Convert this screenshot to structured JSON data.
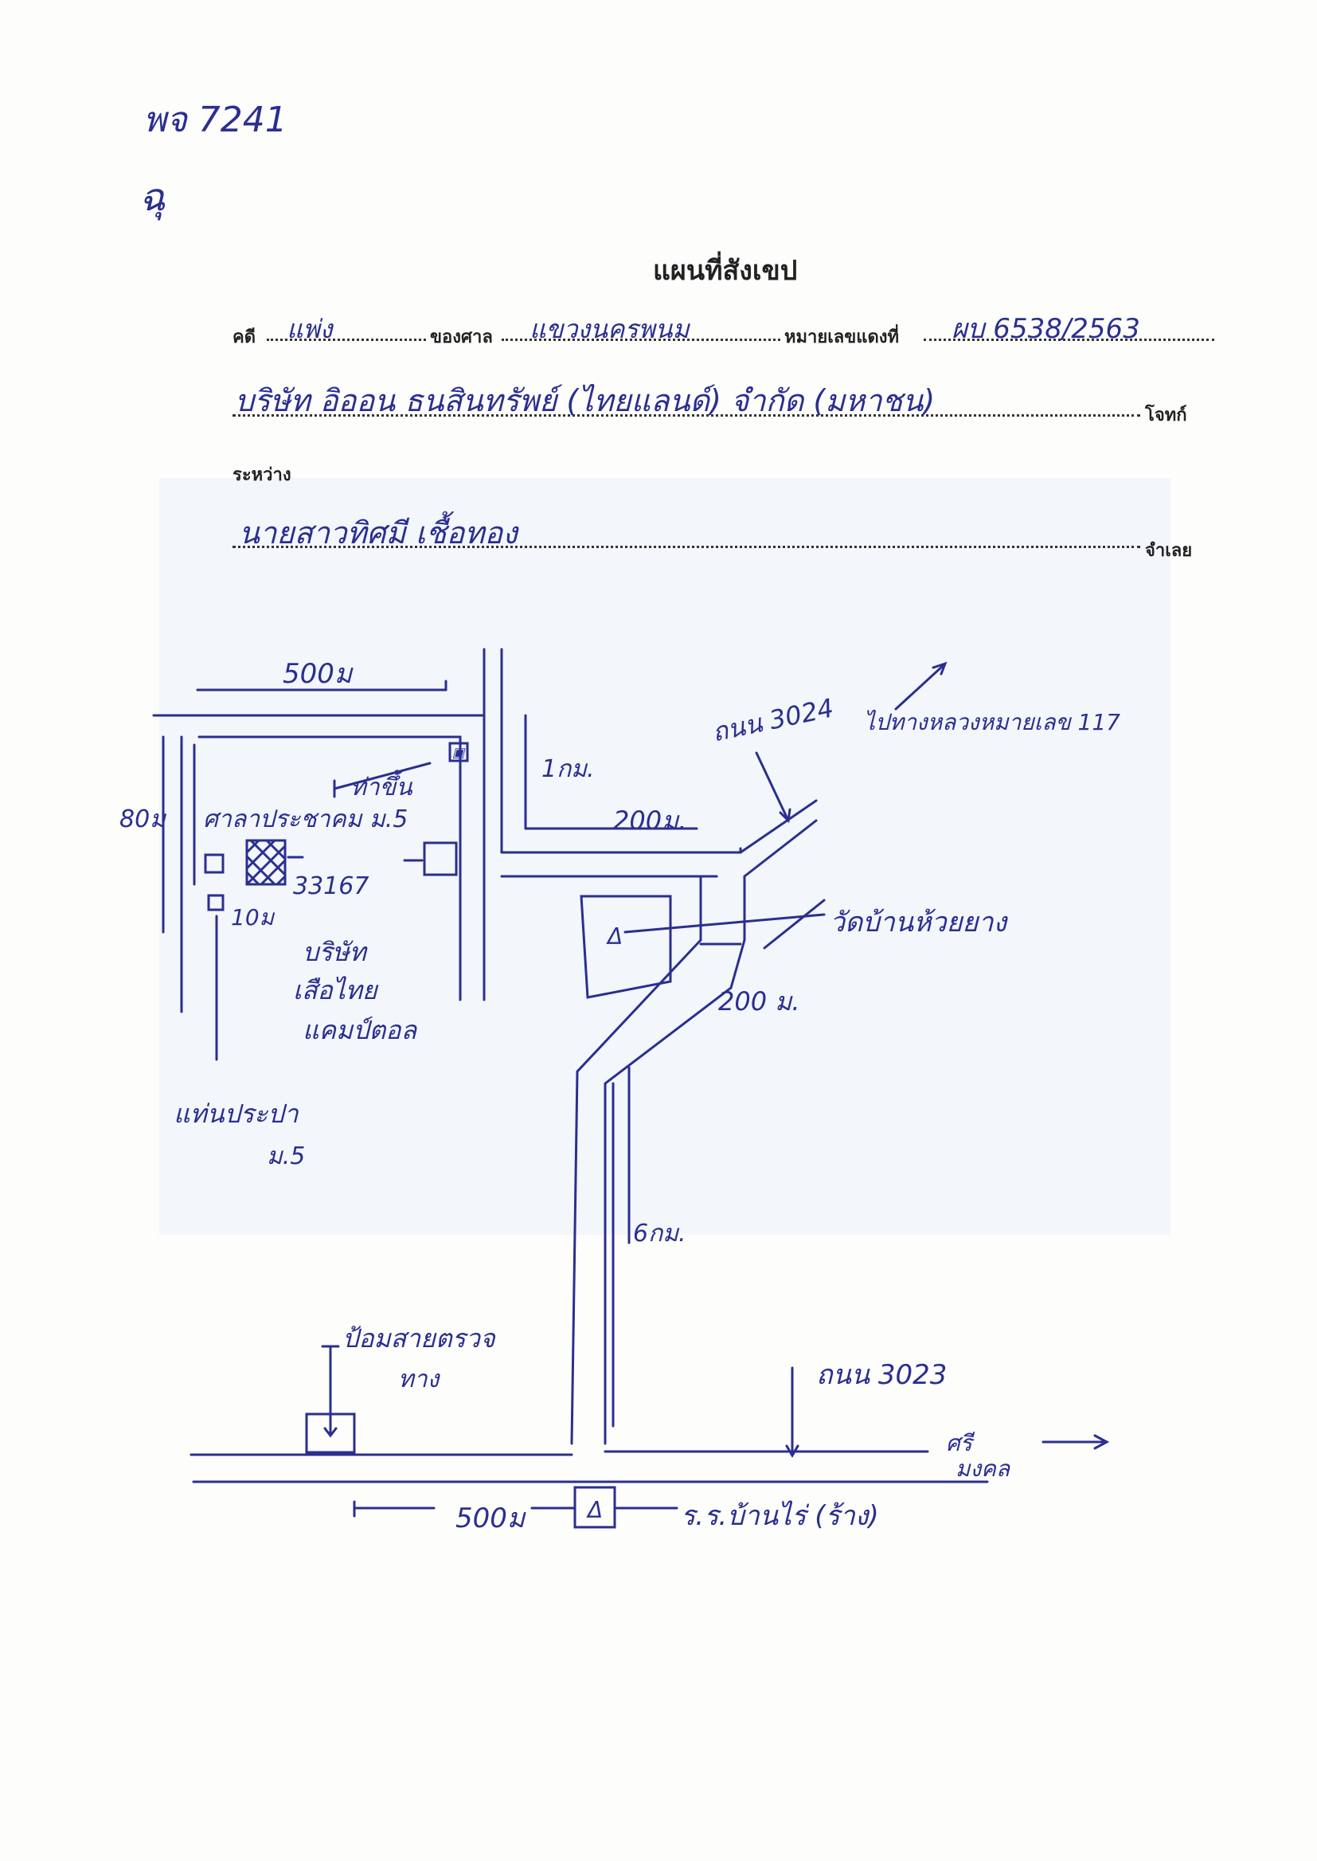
{
  "header": {
    "file_ref": "พจ 7241",
    "initials": "ฉุ",
    "title": "แผนที่สังเขป"
  },
  "case": {
    "label_case": "คดี",
    "case_type": "แพ่ง",
    "label_court": "ของศาล",
    "court": "แขวงนครพนม",
    "label_red_no": "หมายเลขแดงที่",
    "red_no": "ผบ 6538/2563",
    "plaintiff": "บริษัท อิออน ธนสินทรัพย์ (ไทยแลนด์) จำกัด (มหาชน)",
    "label_plaintiff": "โจทก์",
    "label_between": "ระหว่าง",
    "defendant": "นายสาวทิศมี เชื้อทอง",
    "label_defendant": "จำเลย"
  },
  "map": {
    "dist_500_top": "500ม",
    "dist_80": "80ม",
    "dist_1km": "1กม.",
    "dist_200_top": "200ม.",
    "road_3024": "ถนน 3024",
    "to_highway": "ไปทางหลวงหมายเลข 117",
    "pier": "ท่าขึ้น",
    "sala": "ศาลาประชาคม ม.5",
    "plot_no": "33167",
    "dist_10": "10ม",
    "company": [
      "บริษัท",
      "เสือไทย",
      "แคมป์ตอล"
    ],
    "wat": "วัดบ้านห้วยยาง",
    "dist_200_mid": "200 ม.",
    "water_tank": [
      "แท่นประปา",
      "ม.5"
    ],
    "dist_6km": "6กม.",
    "police_box": [
      "ป้อมสายตรวจ",
      "ทาง"
    ],
    "road_3023": "ถนน 3023",
    "direction": [
      "ศรี",
      "มงคล"
    ],
    "dist_500_bottom": "500ม",
    "school": "ร.ร.บ้านไร่ (ร้าง)"
  }
}
